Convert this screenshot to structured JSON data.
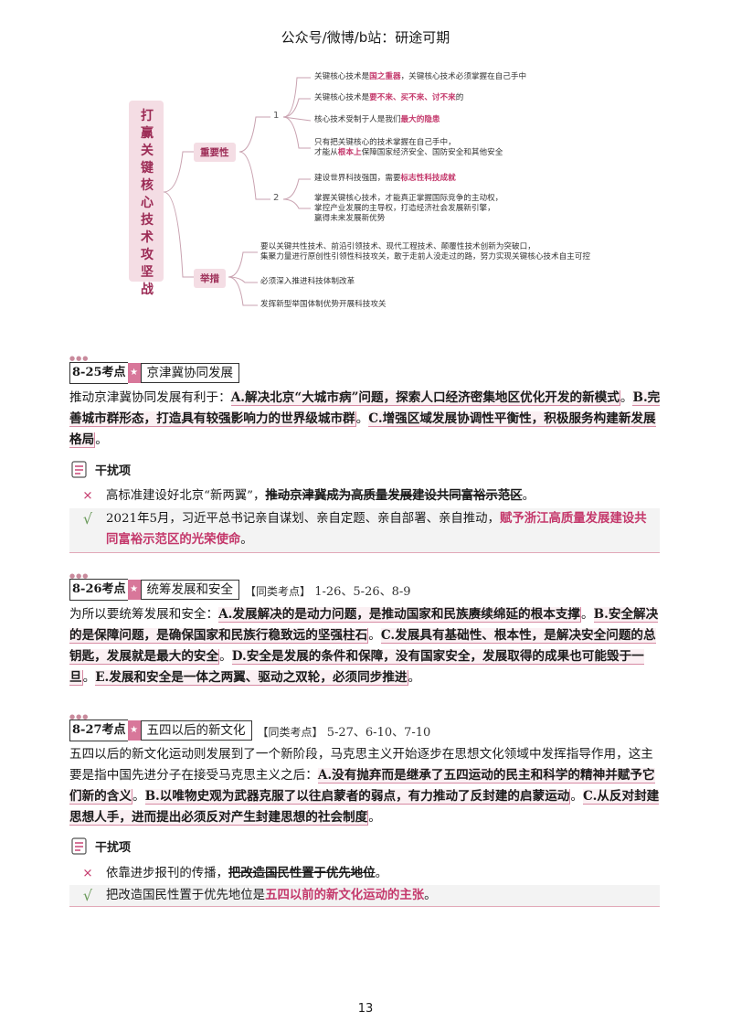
{
  "header": "公众号/微博/b站：研途可期",
  "mindmap": {
    "root": "打赢关键核心技术攻坚战",
    "branch1": "重要性",
    "branch2": "举措",
    "n1": "1",
    "n2": "2",
    "l1a": "关键核心技术是",
    "l1b": "国之重器",
    "l1c": "，关键核心技术必须掌握在自己手中",
    "l2a": "关键核心技术是",
    "l2b": "要不来、买不来、讨不来",
    "l2c": "的",
    "l3a": "核心技术受制于人是我们",
    "l3b": "最大的隐患",
    "l4a": "只有把关键核心的技术掌握在自己手中，",
    "l4b": "才能从",
    "l4c": "根本上",
    "l4d": "保障国家经济安全、国防安全和其他安全",
    "l5a": "建设世界科技强国，需要",
    "l5b": "标志性科技成就",
    "l6a": "掌握关键核心技术，才能真正掌握国际竞争的主动权，",
    "l6b": "掌控产业发展的主导权，打造经济社会发展新引擎，",
    "l6c": "赢得未来发展新优势",
    "m1a": "要以关键共性技术、前沿引领技术、现代工程技术、颠覆性技术创新为突破口，",
    "m1b": "集聚力量进行原创性引领性科技攻关，敢于走前人没走过的路，努力实现关键核心技术自主可控",
    "m2": "必须深入推进科技体制改革",
    "m3": "发挥新型举国体制优势开展科技攻关"
  },
  "s25": {
    "code": "8-25考点",
    "title": "京津冀协同发展",
    "p_lead": "推动京津冀协同发展有利于：",
    "optA": "A.解决北京“大城市病”问题，探索人口经济密集地区优化开发的新模式",
    "dot1": "。",
    "optB": "B.完善城市群形态，打造具有较强影响力的世界级城市群",
    "dot2": "。",
    "optC": "C.增强区域发展协调性平衡性，积极服务构建新发展格局",
    "dot3": "。",
    "distract": "干扰项",
    "x1a": "高标准建设好北京“新两翼”，",
    "x1b": "推动京津冀成为高质量发展建设共同富裕示范区",
    "x1c": "。",
    "v1a": "2021年5月，习近平总书记亲自谋划、亲自定题、亲自部署、亲自推动，",
    "v1b": "赋予浙江高质量发展建设共同富裕示范区的光荣使命",
    "v1c": "。"
  },
  "s26": {
    "code": "8-26考点",
    "title": "统筹发展和安全",
    "tag": "【同类考点】",
    "refs": "1-26、5-26、8-9",
    "p_lead": "为所以要统筹发展和安全：",
    "optA": "A.发展解决的是动力问题，是推动国家和民族赓续绵延的根本支撑",
    "dotA": "。",
    "optB": "B.安全解决的是保障问题，是确保国家和民族行稳致远的坚强柱石",
    "dotB": "。",
    "optC": "C.发展具有基础性、根本性，是解决安全问题的总钥匙，发展就是最大的安全",
    "dotC": "。",
    "optD": "D.安全是发展的条件和保障，没有国家安全，发展取得的成果也可能毁于一旦",
    "dotD": "。",
    "optE": "E.发展和安全是一体之两翼、驱动之双轮，必须同步推进",
    "dotE": "。"
  },
  "s27": {
    "code": "8-27考点",
    "title": "五四以后的新文化",
    "tag": "【同类考点】",
    "refs": "5-27、6-10、7-10",
    "p_lead": "五四以后的新文化运动则发展到了一个新阶段，马克思主义开始逐步在思想文化领域中发挥指导作用，这主要是指中国先进分子在接受马克思主义之后：",
    "optA": "A.没有抛弃而是继承了五四运动的民主和科学的精神并赋予它们新的含义",
    "dotA": "。",
    "optB": "B.以唯物史观为武器克服了以往启蒙者的弱点，有力推动了反封建的启蒙运动",
    "dotB": "。",
    "optC": "C.从反对封建思想人手，进而提出必须反对产生封建思想的社会制度",
    "dotC": "。",
    "distract": "干扰项",
    "x1a": "依靠进步报刊的传播，",
    "x1b": "把改造国民性置于优先地位",
    "x1c": "。",
    "v1a": "把改造国民性置于优先地位是",
    "v1b": "五四以前的新文化运动的主张",
    "v1c": "。"
  },
  "marks": {
    "x": "×",
    "v": "√",
    "star": "★",
    "dots": "●●●"
  },
  "page": "13",
  "colors": {
    "accent": "#c4386b",
    "boxbg": "#f4dde4",
    "check": "#6a9a5a"
  },
  "icons": [
    "book-icon",
    "star-icon",
    "cross-icon",
    "check-icon"
  ]
}
